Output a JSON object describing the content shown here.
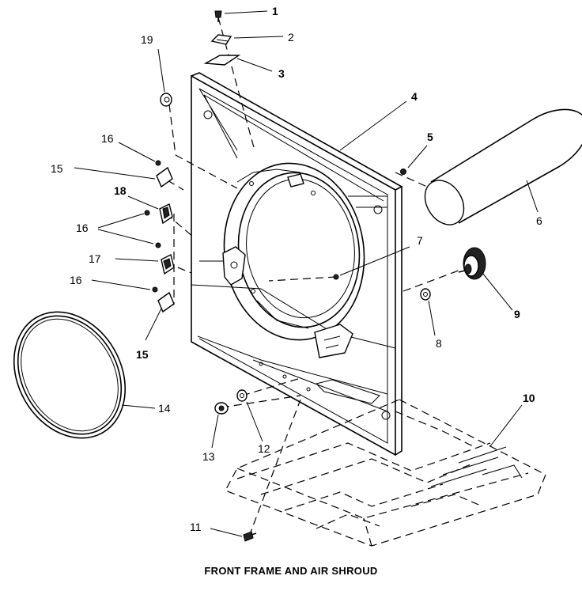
{
  "diagram": {
    "caption": "FRONT FRAME AND AIR SHROUD",
    "callouts": {
      "c1": "1",
      "c2": "2",
      "c3": "3",
      "c4": "4",
      "c5": "5",
      "c6": "6",
      "c7": "7",
      "c8": "8",
      "c9": "9",
      "c10": "10",
      "c11": "11",
      "c12": "12",
      "c13": "13",
      "c14": "14",
      "c15a": "15",
      "c15b": "15",
      "c16a": "16",
      "c16b": "16",
      "c16c": "16",
      "c17": "17",
      "c18": "18",
      "c19": "19"
    }
  }
}
